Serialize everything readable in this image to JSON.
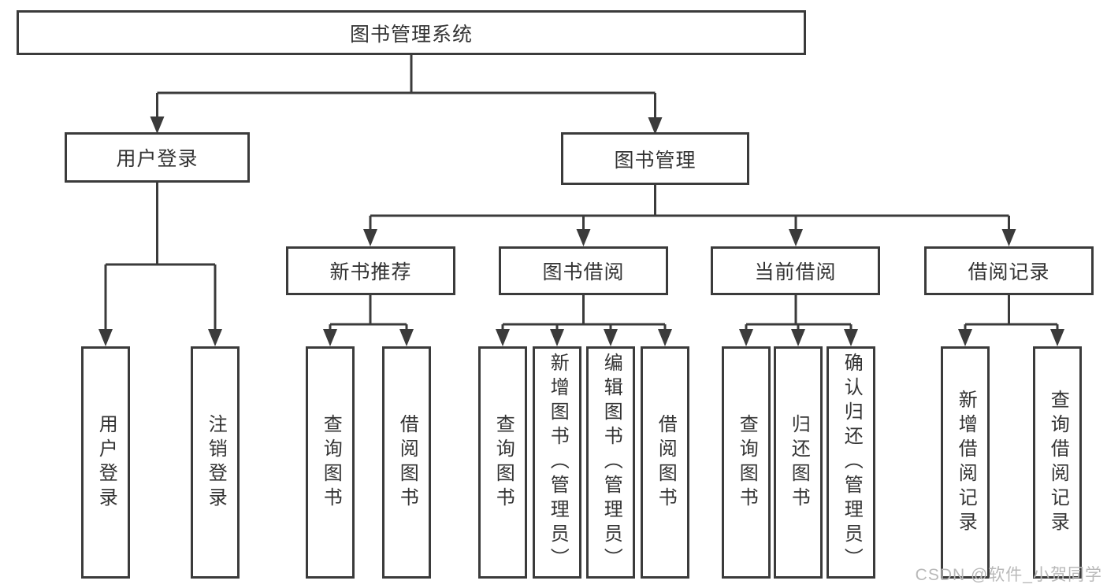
{
  "diagram": {
    "root": {
      "label": "图书管理系统"
    },
    "branches": [
      {
        "label": "用户登录",
        "children": [
          {
            "label": "用户登录"
          },
          {
            "label": "注销登录"
          }
        ]
      },
      {
        "label": "图书管理",
        "children": [
          {
            "label": "新书推荐",
            "children": [
              {
                "label": "查询图书"
              },
              {
                "label": "借阅图书"
              }
            ]
          },
          {
            "label": "图书借阅",
            "children": [
              {
                "label": "查询图书"
              },
              {
                "label": "新增图书（管理员）"
              },
              {
                "label": "编辑图书（管理员）"
              },
              {
                "label": "借阅图书"
              }
            ]
          },
          {
            "label": "当前借阅",
            "children": [
              {
                "label": "查询图书"
              },
              {
                "label": "归还图书"
              },
              {
                "label": "确认归还（管理员）"
              }
            ]
          },
          {
            "label": "借阅记录",
            "children": [
              {
                "label": "新增借阅记录"
              },
              {
                "label": "查询借阅记录"
              }
            ]
          }
        ]
      }
    ]
  },
  "watermark": {
    "text": "CSDN @软件_小贺同学"
  },
  "colors": {
    "line": "#3b3b3b",
    "box_fill": "#ffffff",
    "text": "#333333",
    "watermark": "#b9b9b9",
    "background": "#ffffff"
  }
}
